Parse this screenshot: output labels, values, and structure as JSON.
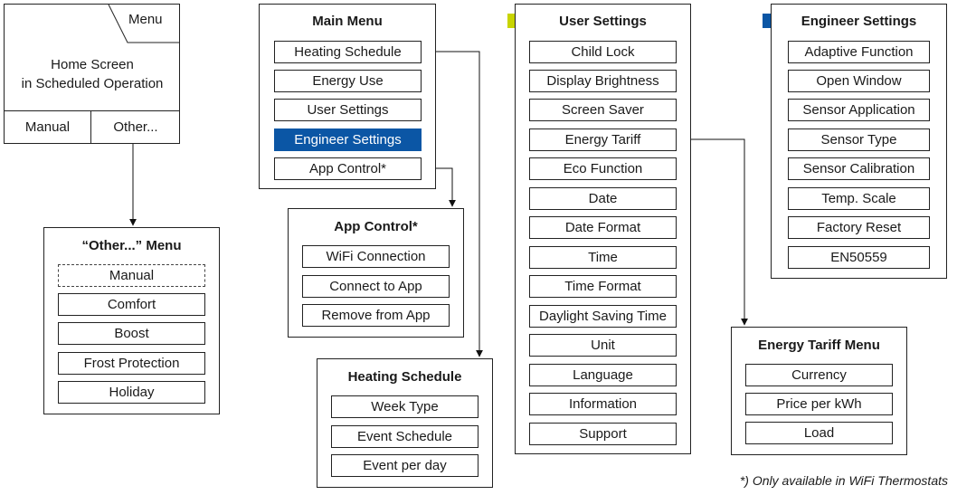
{
  "home": {
    "menu_label": "Menu",
    "line1": "Home Screen",
    "line2": "in Scheduled Operation",
    "tab_manual": "Manual",
    "tab_other": "Other..."
  },
  "other_menu": {
    "title": "“Other...” Menu",
    "items": [
      "Manual",
      "Comfort",
      "Boost",
      "Frost Protection",
      "Holiday"
    ]
  },
  "main_menu": {
    "title": "Main Menu",
    "items": [
      "Heating Schedule",
      "Energy Use",
      "User Settings",
      "Engineer Settings",
      "App Control*"
    ]
  },
  "app_control": {
    "title": "App Control*",
    "items": [
      "WiFi Connection",
      "Connect to App",
      "Remove from App"
    ]
  },
  "heating_schedule": {
    "title": "Heating Schedule",
    "items": [
      "Week Type",
      "Event Schedule",
      "Event per day"
    ]
  },
  "user_settings": {
    "title": "User Settings",
    "items": [
      "Child Lock",
      "Display Brightness",
      "Screen Saver",
      "Energy Tariff",
      "Eco Function",
      "Date",
      "Date Format",
      "Time",
      "Time Format",
      "Daylight Saving Time",
      "Unit",
      "Language",
      "Information",
      "Support"
    ]
  },
  "engineer_settings": {
    "title": "Engineer Settings",
    "items": [
      "Adaptive Function",
      "Open Window",
      "Sensor Application",
      "Sensor Type",
      "Sensor Calibration",
      "Temp. Scale",
      "Factory Reset",
      "EN50559"
    ]
  },
  "energy_tariff_menu": {
    "title": "Energy Tariff Menu",
    "items": [
      "Currency",
      "Price per kWh",
      "Load"
    ]
  },
  "footnote": "*) Only available in WiFi Thermostats",
  "colors": {
    "user_marker": "#c8d400",
    "engineer_marker": "#0b56a5"
  }
}
